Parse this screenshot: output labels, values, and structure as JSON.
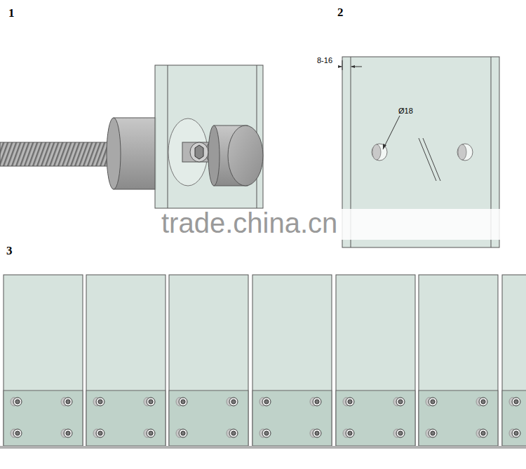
{
  "diagram": {
    "labels": [
      "1",
      "2",
      "3",
      "8-16",
      "Ø18",
      "trade.china.cn"
    ]
  }
}
